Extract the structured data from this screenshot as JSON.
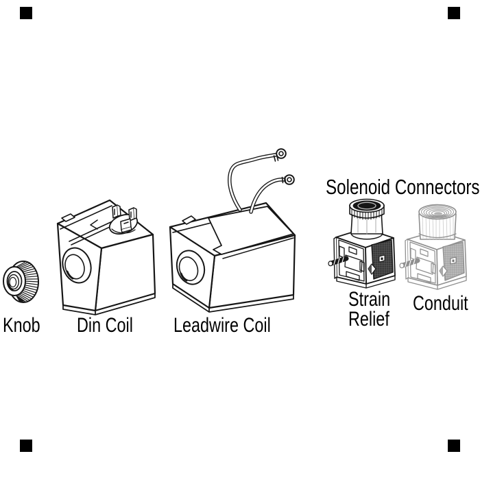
{
  "page": {
    "background": "#ffffff",
    "ink": "#161616"
  },
  "illustration": {
    "parts": [
      {
        "id": "knob",
        "label": "Knob"
      },
      {
        "id": "din-coil",
        "label": "Din Coil"
      },
      {
        "id": "leadwire-coil",
        "label": "Leadwire Coil"
      }
    ],
    "connector_section": {
      "heading": "Solenoid Connectors",
      "connectors": [
        {
          "id": "strain-relief",
          "label": "Strain Relief"
        },
        {
          "id": "conduit",
          "label": "Conduit"
        }
      ]
    }
  }
}
